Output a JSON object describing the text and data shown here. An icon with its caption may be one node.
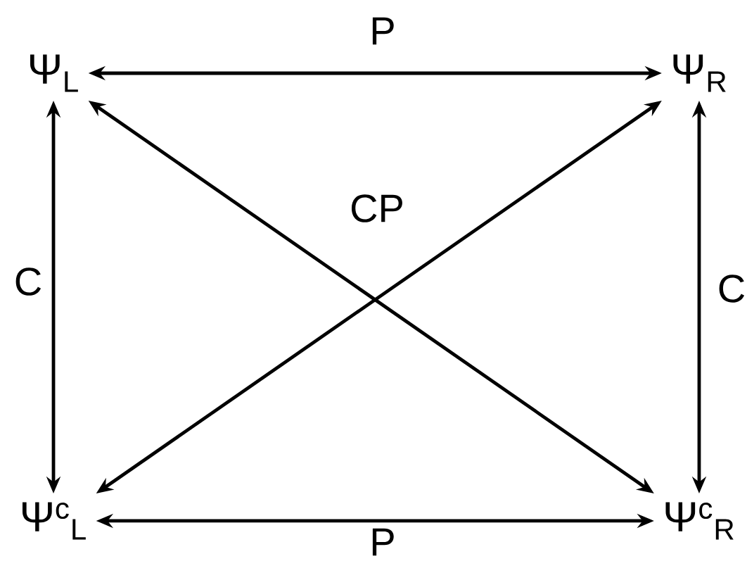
{
  "diagram": {
    "nodes": [
      {
        "text": [
          "Ψ$_{L}$"
        ]
      },
      {
        "text": [
          "Ψ$_{R}$"
        ]
      },
      {
        "text": [
          "Ψ$^{c}$$_{L}$"
        ]
      },
      {
        "text": [
          "Ψ$^{c}$$_{R}$"
        ]
      }
    ],
    "edges": [
      {
        "from": 0,
        "to": 1,
        "arrow": "both",
        "label": "P"
      },
      {
        "from": 0,
        "to": 2,
        "arrow": "both",
        "label": "C"
      },
      {
        "from": 1,
        "to": 3,
        "arrow": "both",
        "label": "C"
      },
      {
        "from": 0,
        "to": 3,
        "arrow": "both",
        "label": "CP"
      },
      {
        "from": 1,
        "to": 2,
        "arrow": "both"
      },
      {
        "from": 2,
        "to": 3,
        "arrow": "both",
        "label": "P"
      }
    ]
  }
}
